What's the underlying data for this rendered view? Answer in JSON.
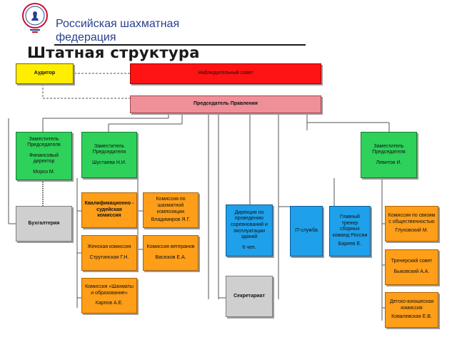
{
  "header": {
    "org_name": "Российская шахматная федерация",
    "title": "Штатная структура"
  },
  "logo": {
    "icon": "chess-federation-emblem-icon",
    "color": "#c8102e"
  },
  "colors": {
    "deputy": "#2ed15a",
    "commission": "#ff9e18",
    "service": "#1fa0ea",
    "support": "#cfcfcf",
    "supervisory": "#ff1414",
    "chairman": "#ef8f98",
    "auditor": "#ffee00"
  },
  "boxes": {
    "auditor": {
      "label": "Аудитор"
    },
    "supervisory_board": {
      "label": "Наблюдательный совет"
    },
    "chairman": {
      "label": "Председатель Правления"
    },
    "deputy_finance": {
      "role": "Заместитель Председателя",
      "position": "Финансовый директор",
      "name": "Мороз М."
    },
    "deputy_center": {
      "role": "Заместитель Председателя",
      "name": "Шустаева Н.И."
    },
    "deputy_right": {
      "role": "Заместитель Председателя",
      "name": "Левитов И."
    },
    "accounting": {
      "label": "Бухгалтерия"
    },
    "qualification": {
      "label": "Квалификационно - судейская комиссия"
    },
    "composition": {
      "label": "Комиссия по шахматной композиции",
      "name": "Владимиров Я.Г."
    },
    "women": {
      "label": "Женская комиссия",
      "name": "Струтинская Г.Н."
    },
    "veterans": {
      "label": "Комиссия ветеранов",
      "name": "Васюков Е.А."
    },
    "education": {
      "label": "Комиссия «Шахматы и образование»",
      "name": "Карпов А.Е."
    },
    "directorate": {
      "label": "Дирекция по проведению соревнований и эксплуатации зданий",
      "staff": "6 чел."
    },
    "secretariat": {
      "label": "Секретариат"
    },
    "it": {
      "label": "IT-служба"
    },
    "head_coach": {
      "label": "Главный тренер сборных команд России",
      "name": "Бареев Е."
    },
    "public_relations": {
      "label": "Комиссия по связям с общественностью",
      "name": "Глуховский М."
    },
    "coaching_council": {
      "label": "Тренерский совет",
      "name": "Быковский А.А."
    },
    "youth": {
      "label": "Детско-юношеская комиссия",
      "name": "Ковалевская Е.В."
    }
  }
}
